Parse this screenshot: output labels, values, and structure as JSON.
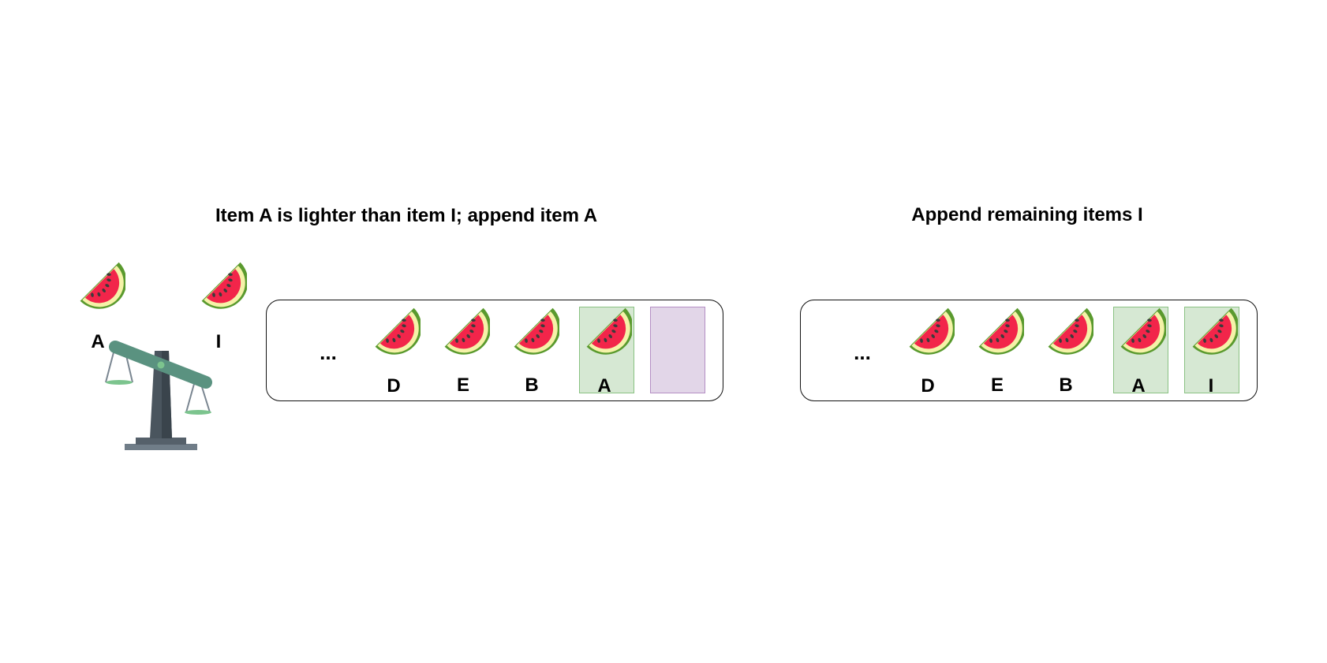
{
  "left": {
    "title": "Item A is lighter than item I; append item A",
    "compare": {
      "left_label": "A",
      "right_label": "I"
    },
    "ellipsis": "...",
    "items": [
      {
        "label": "D",
        "highlight": "none"
      },
      {
        "label": "E",
        "highlight": "none"
      },
      {
        "label": "B",
        "highlight": "none"
      },
      {
        "label": "A",
        "highlight": "green"
      }
    ],
    "empty_slot": "purple"
  },
  "right": {
    "title": "Append remaining items I",
    "ellipsis": "...",
    "items": [
      {
        "label": "D",
        "highlight": "none"
      },
      {
        "label": "E",
        "highlight": "none"
      },
      {
        "label": "B",
        "highlight": "none"
      },
      {
        "label": "A",
        "highlight": "green"
      },
      {
        "label": "I",
        "highlight": "green"
      }
    ]
  },
  "colors": {
    "highlight_green": "#d6e8d3",
    "highlight_purple": "#e2d6e8",
    "melon_flesh": "#f2254a",
    "melon_rind": "#5a9a2e",
    "melon_inner_rind": "#f5f2a8",
    "scale_post": "#4a555e",
    "scale_beam": "#5a9280"
  },
  "icons": {
    "fruit": "watermelon-slice-icon",
    "balance": "balance-scale-icon"
  }
}
